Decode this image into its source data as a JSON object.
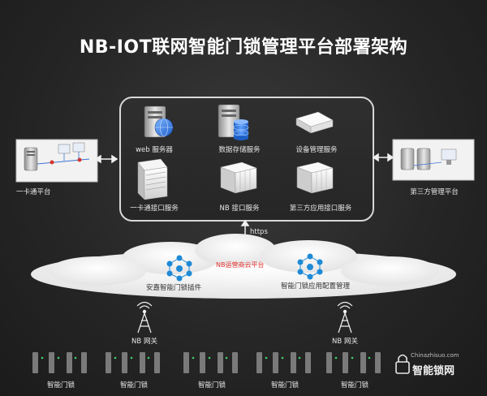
{
  "title": "NB-IOT联网智能门锁管理平台部署架构",
  "servers": {
    "web": "web 服务器",
    "db": "数据存储服务",
    "device": "设备管理服务",
    "card": "一卡通接口服务",
    "nb": "NB 接口服务",
    "third": "第三方应用接口服务"
  },
  "left_platform": "一卡通平台",
  "right_platform": "第三方管理平台",
  "https": "https",
  "cloud": {
    "label": "NB运营商云平台",
    "plugin": "安嘉智能门锁插件",
    "config": "智能门锁应用配置管理"
  },
  "gateway": "NB 网关",
  "lock_label": "智能门锁",
  "watermark": "智能锁网",
  "watermark_url": "Chinazhisuo.com"
}
